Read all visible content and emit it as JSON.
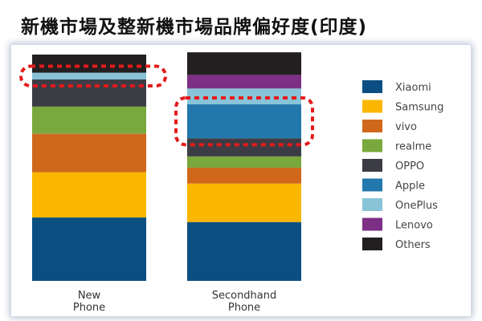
{
  "title": "新機市場及整新機市場品牌偏好度(印度)",
  "chart_data": {
    "type": "bar",
    "stacked": true,
    "categories": [
      "New\nPhone",
      "Secondhand\nPhone"
    ],
    "series": [
      {
        "name": "Xiaomi",
        "color": "#0b4f82",
        "values": [
          28,
          26
        ]
      },
      {
        "name": "Samsung",
        "color": "#fbb700",
        "values": [
          20,
          17
        ]
      },
      {
        "name": "vivo",
        "color": "#d0681c",
        "values": [
          17,
          7
        ]
      },
      {
        "name": "realme",
        "color": "#79a83c",
        "values": [
          12,
          5
        ]
      },
      {
        "name": "OPPO",
        "color": "#3c3c44",
        "values": [
          12,
          8
        ]
      },
      {
        "name": "Apple",
        "color": "#2277ad",
        "values": [
          0,
          15
        ]
      },
      {
        "name": "OnePlus",
        "color": "#88c3d8",
        "values": [
          3,
          7
        ]
      },
      {
        "name": "Lenovo",
        "color": "#7c2f84",
        "values": [
          0,
          6
        ]
      },
      {
        "name": "Others",
        "color": "#231f20",
        "values": [
          8,
          10
        ]
      }
    ],
    "ylim": [
      0,
      100
    ],
    "legend": "right",
    "highlights": [
      {
        "category_index": 0,
        "series_from": "OnePlus",
        "series_to": "OnePlus",
        "style": "red dotted outline"
      },
      {
        "category_index": 1,
        "series_from": "Apple",
        "series_to": "Apple",
        "style": "red dotted outline"
      }
    ]
  }
}
